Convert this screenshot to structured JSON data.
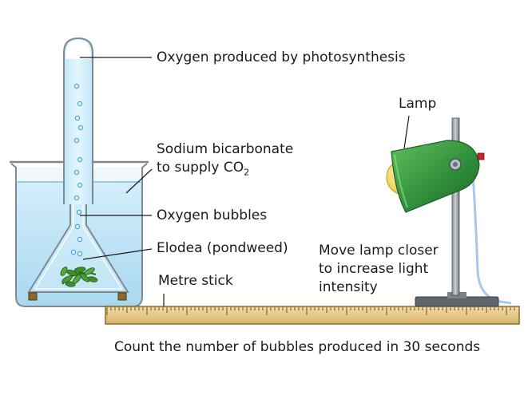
{
  "labels": {
    "oxygen_produced": "Oxygen produced by photosynthesis",
    "lamp": "Lamp",
    "sodium_bicarbonate_line1": "Sodium bicarbonate",
    "sodium_bicarbonate_line2_prefix": "to supply CO",
    "sodium_bicarbonate_line2_sub": "2",
    "oxygen_bubbles": "Oxygen bubbles",
    "elodea": "Elodea (pondweed)",
    "move_lamp_line1": "Move lamp closer",
    "move_lamp_line2": "to increase light",
    "move_lamp_line3": "intensity",
    "metre_stick": "Metre stick",
    "caption": "Count the number of bubbles produced in 30 seconds"
  },
  "colors": {
    "water": "#bfe3f5",
    "water_deep": "#8fcbe8",
    "glass_outline": "#7f8a90",
    "lamp_shade": "#2e8b3a",
    "bulb": "#f5d45a",
    "ruler": "#e8c98a",
    "stand": "#6e767c",
    "pondweed": "#3f8f2f"
  }
}
